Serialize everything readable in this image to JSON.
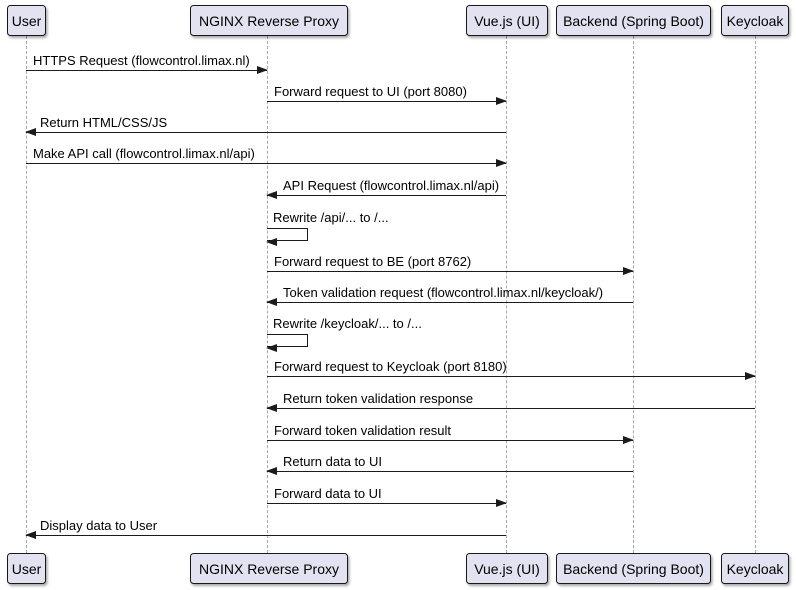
{
  "diagram_type": "uml-sequence-diagram",
  "participants": [
    {
      "label": "User"
    },
    {
      "label": "NGINX Reverse Proxy"
    },
    {
      "label": "Vue.js (UI)"
    },
    {
      "label": "Backend (Spring Boot)"
    },
    {
      "label": "Keycloak"
    }
  ],
  "messages": [
    {
      "from": "User",
      "to": "NGINX Reverse Proxy",
      "label": "HTTPS Request (flowcontrol.limax.nl)"
    },
    {
      "from": "NGINX Reverse Proxy",
      "to": "Vue.js (UI)",
      "label": "Forward request to UI (port 8080)"
    },
    {
      "from": "Vue.js (UI)",
      "to": "User",
      "label": "Return HTML/CSS/JS"
    },
    {
      "from": "User",
      "to": "Vue.js (UI)",
      "label": "Make API call (flowcontrol.limax.nl/api)"
    },
    {
      "from": "Vue.js (UI)",
      "to": "NGINX Reverse Proxy",
      "label": "API Request (flowcontrol.limax.nl/api)"
    },
    {
      "from": "NGINX Reverse Proxy",
      "to": "NGINX Reverse Proxy",
      "self": true,
      "label": "Rewrite /api/... to /..."
    },
    {
      "from": "NGINX Reverse Proxy",
      "to": "Backend (Spring Boot)",
      "label": "Forward request to BE (port 8762)"
    },
    {
      "from": "Backend (Spring Boot)",
      "to": "NGINX Reverse Proxy",
      "label": "Token validation request (flowcontrol.limax.nl/keycloak/)"
    },
    {
      "from": "NGINX Reverse Proxy",
      "to": "NGINX Reverse Proxy",
      "self": true,
      "label": "Rewrite /keycloak/... to /..."
    },
    {
      "from": "NGINX Reverse Proxy",
      "to": "Keycloak",
      "label": "Forward request to Keycloak (port 8180)"
    },
    {
      "from": "Keycloak",
      "to": "NGINX Reverse Proxy",
      "label": "Return token validation response"
    },
    {
      "from": "NGINX Reverse Proxy",
      "to": "Backend (Spring Boot)",
      "label": "Forward token validation result"
    },
    {
      "from": "Backend (Spring Boot)",
      "to": "NGINX Reverse Proxy",
      "label": "Return data to UI"
    },
    {
      "from": "NGINX Reverse Proxy",
      "to": "Vue.js (UI)",
      "label": "Forward data to UI"
    },
    {
      "from": "Vue.js (UI)",
      "to": "User",
      "label": "Display data to User"
    }
  ],
  "colors": {
    "background": "#FFFFFF",
    "participant_fill": "#E2E2F0",
    "participant_border": "#181818",
    "lifeline": "#A8A8A8",
    "arrow": "#1B1B1B",
    "text": "#000000"
  }
}
